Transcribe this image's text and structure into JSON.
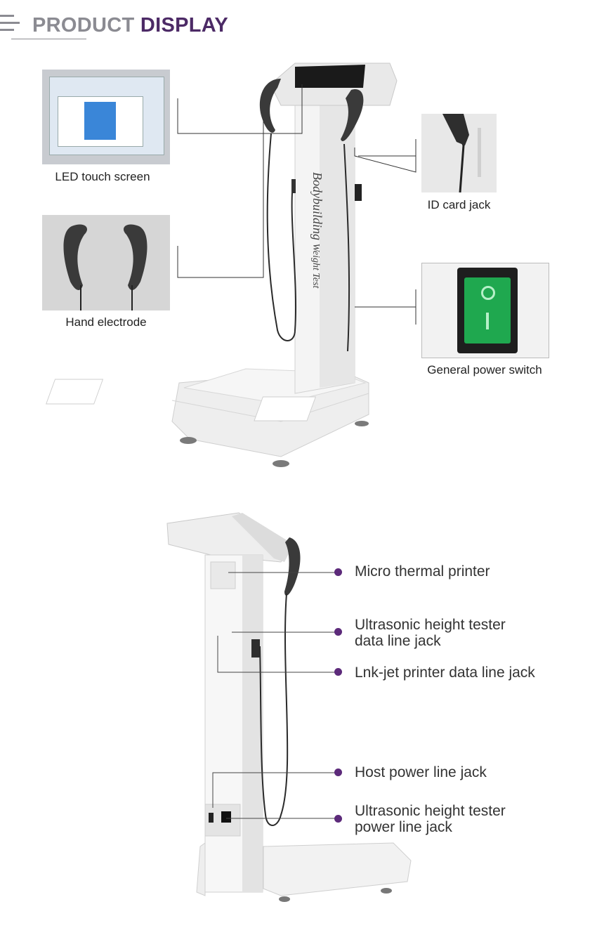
{
  "header": {
    "title_part1": "PRODUCT",
    "title_part2": "DISPLAY"
  },
  "top_section": {
    "machine_text": "Bodybuilding",
    "machine_text2": "Weight Test",
    "callouts": [
      {
        "label": "LED touch screen"
      },
      {
        "label": "Hand electrode"
      },
      {
        "label": "ID card jack"
      },
      {
        "label": "General power switch"
      }
    ]
  },
  "bottom_section": {
    "callouts": [
      {
        "label": "Micro thermal printer"
      },
      {
        "label": "Ultrasonic height tester\ndata line jack"
      },
      {
        "label": "Lnk-jet printer data line jack"
      },
      {
        "label": "Host power line jack"
      },
      {
        "label": "Ultrasonic height tester\npower line jack"
      }
    ]
  },
  "colors": {
    "accent": "#5c2a7a",
    "title_gray": "#8b8b92",
    "power_switch": "#1fa84f"
  }
}
